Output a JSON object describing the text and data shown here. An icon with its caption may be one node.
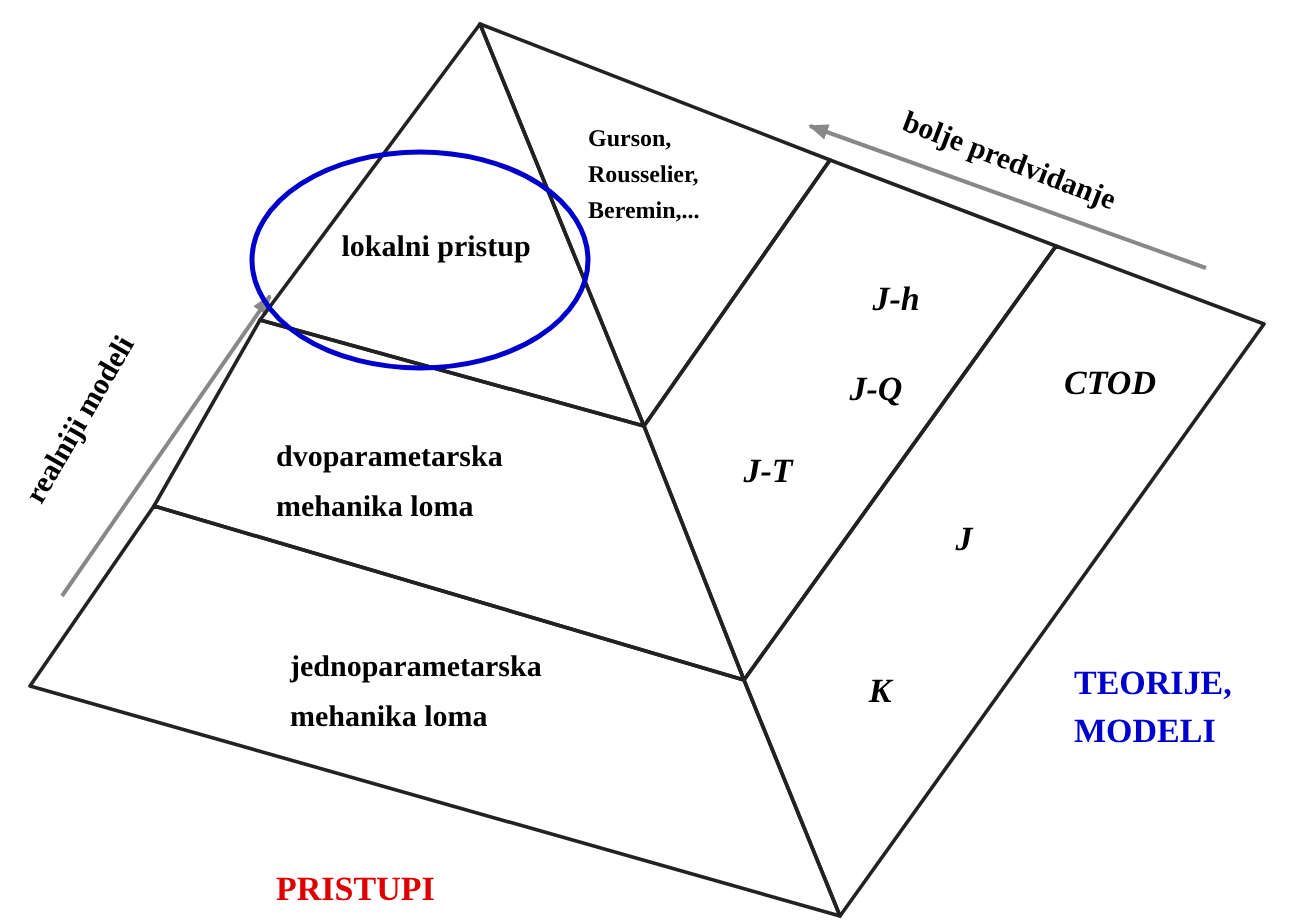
{
  "diagram": {
    "nodes": [
      {
        "text": [
          "lokalni pristup"
        ]
      },
      {
        "text": [
          "dvoparametarska mehanika loma"
        ]
      },
      {
        "text": [
          "jednoparametarska mehanika loma"
        ]
      },
      {
        "text": [
          "Gurson, Rousselier, Beremin,..."
        ]
      },
      {
        "text": [
          "J-h",
          "J-Q",
          "J-T"
        ]
      },
      {
        "text": [
          "CTOD",
          "J",
          "K"
        ]
      }
    ],
    "edges": [],
    "labels": [
      "bolje predvidanje",
      "realniji modeli",
      "TEORIJE, MODELI",
      "PRISTUPI"
    ]
  }
}
